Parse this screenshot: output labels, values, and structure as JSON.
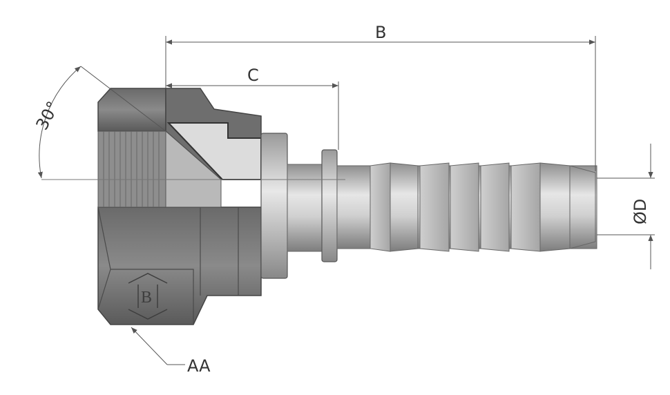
{
  "labels": {
    "angle": "30°",
    "dim_b": "B",
    "dim_c": "C",
    "dim_d": "ØD",
    "dim_aa": "AA"
  },
  "colors": {
    "line": "#555555",
    "nut_dark": "#5b5b5b",
    "nut_mid": "#7a7a7a",
    "metal_light": "#d9d9d9",
    "metal_mid": "#b8b8b8",
    "metal_shadow": "#8d8d8d"
  }
}
